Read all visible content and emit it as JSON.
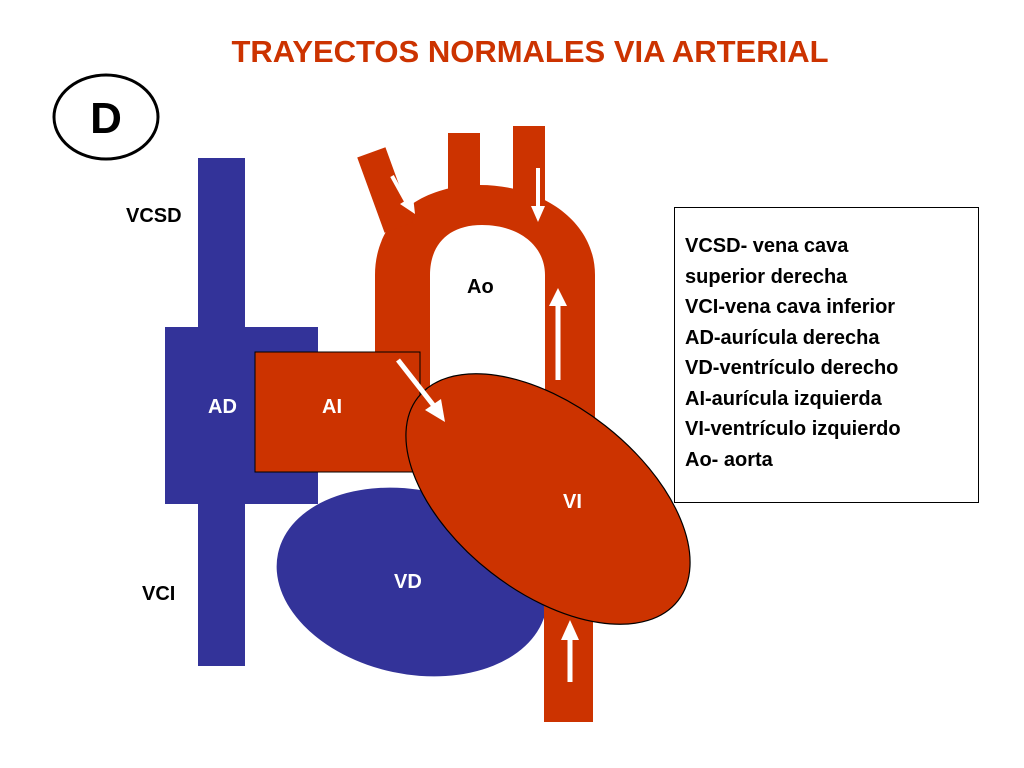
{
  "title": "TRAYECTOS NORMALES VIA ARTERIAL",
  "panel_letter": "D",
  "labels": {
    "vcsd": "VCSD",
    "vci": "VCI",
    "ad": "AD",
    "ai": "AI",
    "ao": "Ao",
    "vi": "VI",
    "vd": "VD"
  },
  "legend": [
    "VCSD- vena cava",
    "superior derecha",
    "VCI-vena cava inferior",
    "AD-aurícula derecha",
    "VD-ventrículo derecho",
    "AI-aurícula izquierda",
    "VI-ventrículo izquierdo",
    "Ao- aorta"
  ],
  "colors": {
    "arterial": "#cc3300",
    "venous": "#333399",
    "title": "#cc3300",
    "arrow": "#ffffff"
  }
}
